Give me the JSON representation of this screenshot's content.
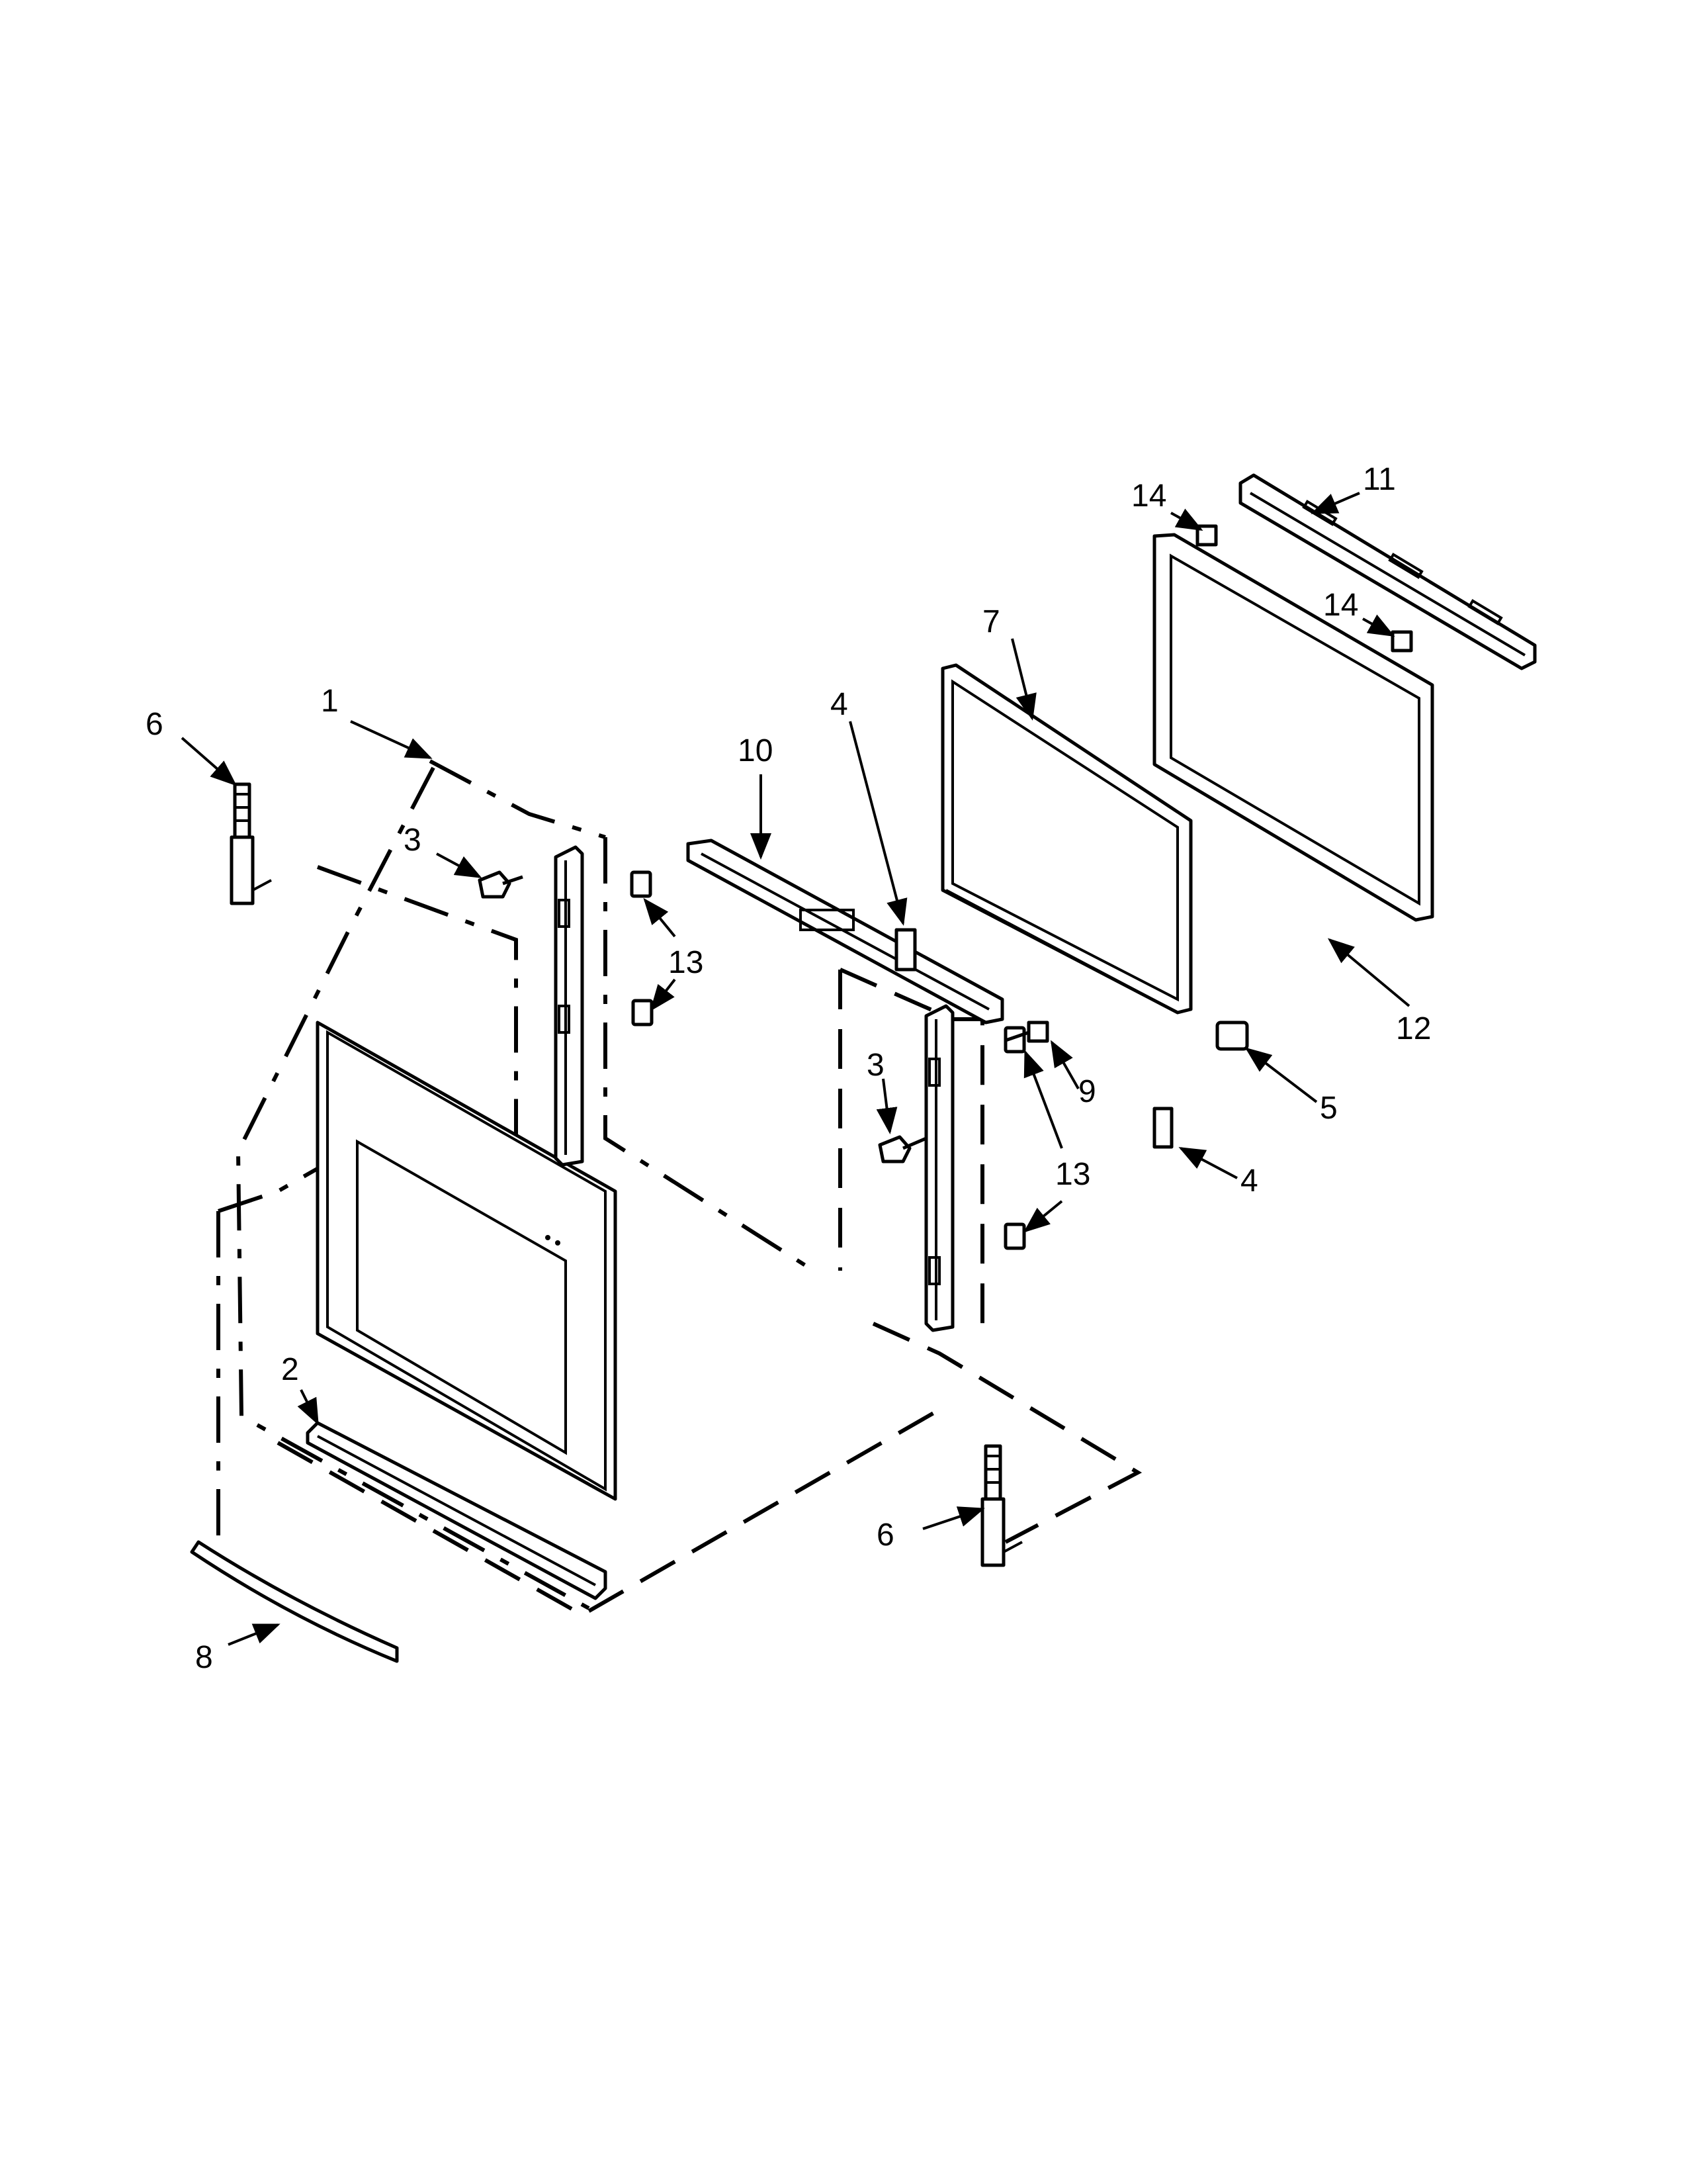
{
  "callouts": [
    {
      "id": "c1",
      "text": "1"
    },
    {
      "id": "c2",
      "text": "2"
    },
    {
      "id": "c3a",
      "text": "3"
    },
    {
      "id": "c3b",
      "text": "3"
    },
    {
      "id": "c4a",
      "text": "4"
    },
    {
      "id": "c4b",
      "text": "4"
    },
    {
      "id": "c5",
      "text": "5"
    },
    {
      "id": "c6a",
      "text": "6"
    },
    {
      "id": "c6b",
      "text": "6"
    },
    {
      "id": "c7",
      "text": "7"
    },
    {
      "id": "c8",
      "text": "8"
    },
    {
      "id": "c9",
      "text": "9"
    },
    {
      "id": "c10",
      "text": "10"
    },
    {
      "id": "c11",
      "text": "11"
    },
    {
      "id": "c12",
      "text": "12"
    },
    {
      "id": "c13a",
      "text": "13"
    },
    {
      "id": "c13b",
      "text": "13"
    },
    {
      "id": "c14a",
      "text": "14"
    },
    {
      "id": "c14b",
      "text": "14"
    }
  ]
}
